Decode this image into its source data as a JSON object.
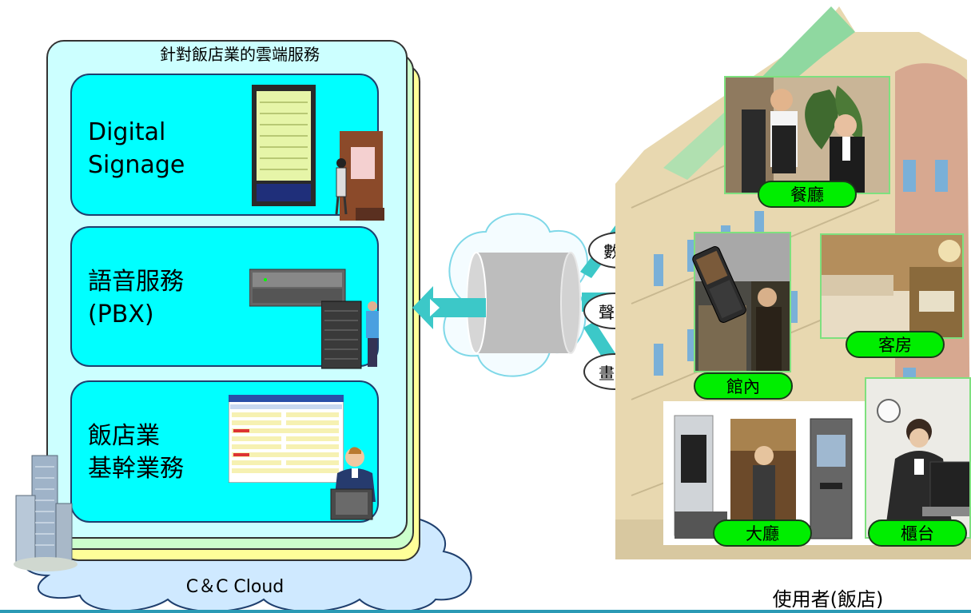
{
  "panel": {
    "title": "針對飯店業的雲端服務",
    "services": [
      {
        "line1": "Digital",
        "line2": "Signage"
      },
      {
        "line1": "語音服務",
        "line2": "(PBX)"
      },
      {
        "line1": "飯店業",
        "line2": "基幹業務"
      }
    ]
  },
  "cloud": {
    "label": "C＆C Cloud"
  },
  "channels": [
    "數據",
    "聲音",
    "畫面"
  ],
  "locations": [
    "餐廳",
    "客房",
    "館內",
    "大廳",
    "櫃台"
  ],
  "user_label": "使用者(飯店)",
  "colors": {
    "card": "#00ffff",
    "tag": "#00ee00",
    "arrow": "#3cc8c8",
    "cloud_fill": "#cfe9ff"
  }
}
